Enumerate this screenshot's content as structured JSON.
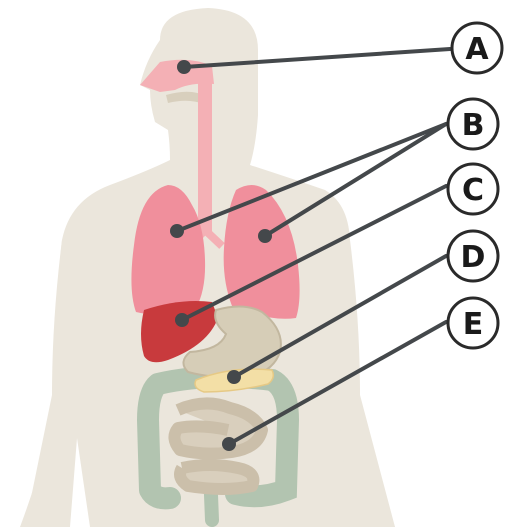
{
  "labels": {
    "a": "A",
    "b": "B",
    "c": "C",
    "d": "D",
    "e": "E"
  },
  "colors": {
    "body": "#ebe6dc",
    "airway": "#f4b0b5",
    "lungs": "#f08f9c",
    "liver": "#c83a3d",
    "stomach": "#d6cdb7",
    "pancreas": "#f3dfa6",
    "small_intestine": "#cbbfaa",
    "large_intestine": "#b2c4b0",
    "leader": "#44484b"
  }
}
